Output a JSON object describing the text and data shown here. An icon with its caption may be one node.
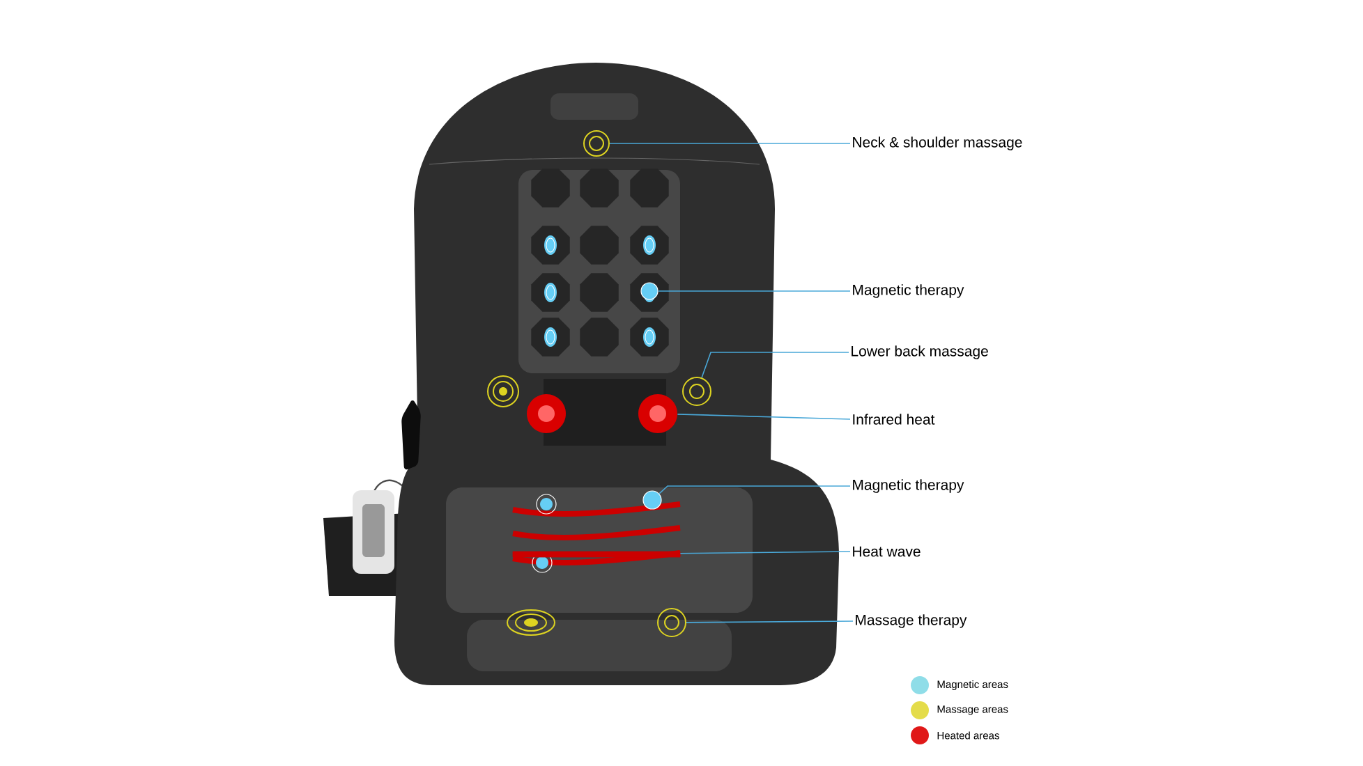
{
  "diagram": {
    "nodes": [
      {
        "text": [
          "Neck & shoulder massage"
        ]
      },
      {
        "text": [
          "Magnetic therapy"
        ]
      },
      {
        "text": [
          "Lower back massage"
        ]
      },
      {
        "text": [
          "Infrared heat"
        ]
      },
      {
        "text": [
          "Magnetic therapy"
        ]
      },
      {
        "text": [
          "Heat wave"
        ]
      },
      {
        "text": [
          "Massage therapy"
        ]
      },
      {
        "text": [],
        "shape": "circle"
      },
      {
        "text": [],
        "shape": "circle"
      },
      {
        "text": [],
        "shape": "circle"
      },
      {
        "text": [],
        "shape": "circle"
      },
      {
        "text": [],
        "shape": "circle"
      },
      {
        "text": [],
        "shape": "bar"
      },
      {
        "text": [],
        "shape": "circle"
      },
      {
        "text": [],
        "shape": "circle"
      }
    ],
    "edges": [
      {
        "from": 0,
        "to": 7,
        "arrow": "none"
      },
      {
        "from": 1,
        "to": 8,
        "arrow": "none"
      },
      {
        "from": 2,
        "to": 9,
        "arrow": "none"
      },
      {
        "from": 3,
        "to": 10,
        "arrow": "none"
      },
      {
        "from": 4,
        "to": 11,
        "arrow": "none"
      },
      {
        "from": 5,
        "to": 12,
        "arrow": "none"
      },
      {
        "from": 6,
        "to": 13,
        "arrow": "none"
      }
    ],
    "legend": [
      {
        "text": "Magnetic areas",
        "color": "#8fdde8"
      },
      {
        "text": "Massage areas",
        "color": "#e4dc4a"
      },
      {
        "text": "Heated areas",
        "color": "#e01818"
      }
    ]
  }
}
